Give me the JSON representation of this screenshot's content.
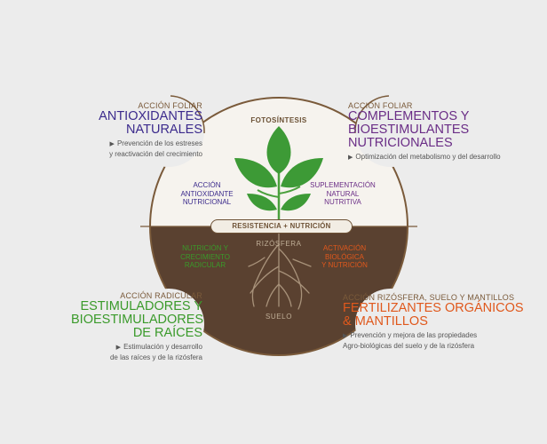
{
  "colors": {
    "background": "#ececec",
    "soil": "#5a4130",
    "sky_fill": "#f6f3ee",
    "outline": "#7a5a3a",
    "leaf_green": "#3d9a36",
    "stem_green": "#4aa03c",
    "roots": "#a8927a"
  },
  "center": {
    "fotosintesis": "FOTOSÍNTESIS",
    "resistencia": "RESISTENCIA + NUTRICIÓN",
    "rizosfera": "RIZÓSFERA",
    "suelo": "SUELO"
  },
  "inner": {
    "antioxidante": [
      "ACCIÓN",
      "ANTIOXIDANTE",
      "NUTRICIONAL"
    ],
    "suplementacion": [
      "SUPLEMENTACIÓN",
      "NATURAL",
      "NUTRITIVA"
    ],
    "nutricion_radicular": [
      "NUTRICIÓN Y",
      "CRECIMIENTO",
      "RADICULAR"
    ],
    "activacion": [
      "ACTIVACIÓN",
      "BIOLÓGICA",
      "Y NUTRICIÓN"
    ]
  },
  "quadrants": {
    "top_left": {
      "kicker": "ACCIÓN FOLIAR",
      "heading": [
        "ANTIOXIDANTES",
        "NATURALES"
      ],
      "desc": [
        "Prevención de los estreses",
        "y reactivación del crecimiento"
      ]
    },
    "top_right": {
      "kicker": "ACCIÓN FOLIAR",
      "heading": [
        "COMPLEMENTOS Y",
        "BIOESTIMULANTES",
        "NUTRICIONALES"
      ],
      "desc": [
        "Optimización del metabolismo y del desarrollo"
      ]
    },
    "bottom_left": {
      "kicker": "ACCIÓN RADICULAR",
      "heading": [
        "ESTIMULADORES Y",
        "BIOESTIMULADORES",
        "DE RAÍCES"
      ],
      "desc": [
        "Estimulación y desarrollo",
        "de las raíces y de la rizósfera"
      ]
    },
    "bottom_right": {
      "kicker": "ACCIÓN  RIZÓSFERA, SUELO Y MANTILLOS",
      "heading": [
        "FERTILIZANTES ORGÁNICOS",
        "& MANTILLOS"
      ],
      "desc": [
        "Prevención y mejora de las propiedades",
        "Agro-biológicas del suelo y de la rizósfera"
      ]
    }
  }
}
